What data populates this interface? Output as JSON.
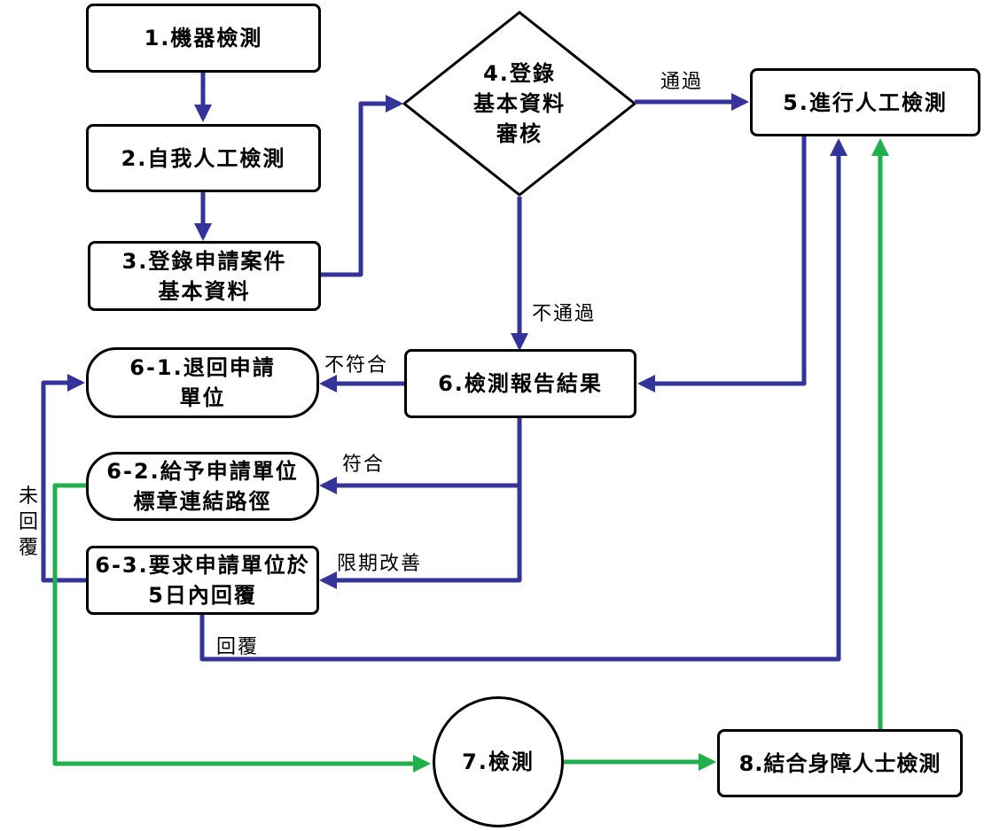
{
  "nodes": {
    "n1": {
      "lines": [
        "1.機器檢測"
      ]
    },
    "n2": {
      "lines": [
        "2.自我人工檢測"
      ]
    },
    "n3": {
      "lines": [
        "3.登錄申請案件",
        "基本資料"
      ]
    },
    "n4": {
      "lines": [
        "4.登錄",
        "基本資料",
        "審核"
      ]
    },
    "n5": {
      "lines": [
        "5.進行人工檢測"
      ]
    },
    "n6": {
      "lines": [
        "6.檢測報告結果"
      ]
    },
    "n61": {
      "lines": [
        "6-1.退回申請",
        "單位"
      ]
    },
    "n62": {
      "lines": [
        "6-2.給予申請單位",
        "標章連結路徑"
      ]
    },
    "n63": {
      "lines": [
        "6-3.要求申請單位於",
        "5日內回覆"
      ]
    },
    "n7": {
      "lines": [
        "7.檢測"
      ]
    },
    "n8": {
      "lines": [
        "8.結合身障人士檢測"
      ]
    }
  },
  "edge_labels": {
    "pass": "通過",
    "fail": "不通過",
    "nonconform": "不符合",
    "conform": "符合",
    "improve": "限期改善",
    "reply": "回覆",
    "noreply": [
      "未",
      "回",
      "覆"
    ]
  },
  "colors": {
    "main_flow": "#33339a",
    "secondary_flow": "#22b04c",
    "border": "#000000"
  }
}
